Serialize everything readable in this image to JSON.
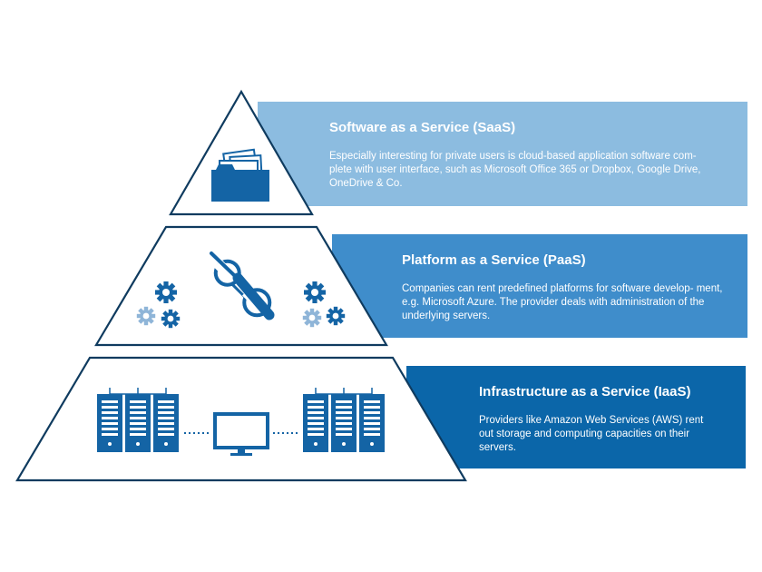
{
  "colors": {
    "saas_band": "#8cbce0",
    "paas_band": "#3f8dcb",
    "iaas_band": "#0b66a9",
    "icon_dark": "#1464a5",
    "icon_light": "#8fb5d8",
    "outline": "#0f3b5f"
  },
  "layers": [
    {
      "title": "Software as a Service (SaaS)",
      "description": "Especially interesting for private users is cloud-based application software com- plete with user interface, such as Microsoft Office 365 or Dropbox, Google Drive, OneDrive & Co.",
      "icon": "folder-icon"
    },
    {
      "title": "Platform as a Service (PaaS)",
      "description": "Companies can rent predefined platforms for software develop- ment, e.g. Microsoft Azure. The provider deals with administration of the underlying servers.",
      "icon": "tools-icon"
    },
    {
      "title": "Infrastructure as a Service (IaaS)",
      "description": "Providers like Amazon Web Services (AWS) rent out storage and computing capacities on their servers.",
      "icon": "server-icon"
    }
  ]
}
